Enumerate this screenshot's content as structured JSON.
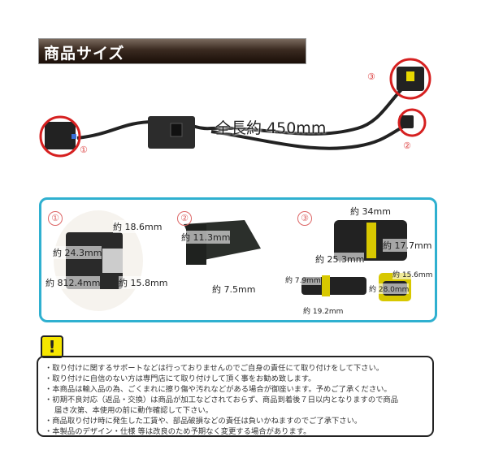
{
  "header": {
    "title": "商品サイズ"
  },
  "overview": {
    "total_length": "全長約 450mm",
    "markers": [
      "①",
      "②",
      "③"
    ]
  },
  "specs": {
    "part1": {
      "number": "①",
      "dims": [
        "約 18.6mm",
        "約 24.3mm",
        "約 812.4mm",
        "約 15.8mm"
      ]
    },
    "part2": {
      "number": "②",
      "dims": [
        "約 11.3mm",
        "約 7.5mm"
      ]
    },
    "part3": {
      "number": "③",
      "dims": [
        "約 34mm",
        "約 17.7mm",
        "約 25.3mm",
        "約 7.9mm",
        "約 19.2mm",
        "約 15.6mm",
        "約 28.0mm"
      ]
    }
  },
  "notice": {
    "icon": "warning-exclamation-icon",
    "icon_text": "!",
    "lines": [
      "・取り付けに関するサポートなどは行っておりませんのでご自身の責任にて取り付けをして下さい。",
      "・取り付けに自信のない方は専門店にて取り付けして頂く事をお勧め致します。",
      "・本商品は輸入品の為、ごくまれに擦り傷や汚れなどがある場合が御座います。予めご了承ください。",
      "・初期不良対応（返品・交換）は商品が加工などされておらず、商品到着後７日以内となりますので商品",
      "届き次第、本使用の前に動作確認して下さい。",
      "・商品取り付け時に発生した工賃や、部品破損などの責任は負いかねますのでご了承下さい。",
      "・本製品のデザイン・仕様 等は改良のため予期なく変更する場合があります。"
    ]
  },
  "colors": {
    "accent_blue": "#2fb0d0",
    "marker_red": "#d62020",
    "warning_yellow": "#f6e600"
  }
}
